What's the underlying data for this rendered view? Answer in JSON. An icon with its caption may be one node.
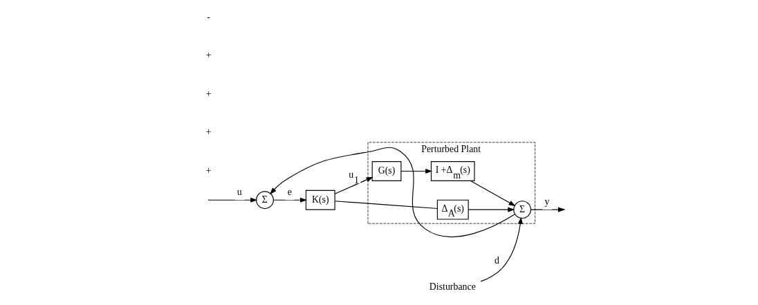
{
  "diagram": {
    "nodes": [
      {
        "text": [
          "Perturbed Plant"
        ]
      },
      {
        "text": [
          "Σ"
        ]
      },
      {
        "text": [
          "K(s)"
        ]
      },
      {
        "text": [
          "Δ$_{A}$(s)"
        ],
        "in": 0
      },
      {
        "text": [
          "G(s)"
        ],
        "in": 0
      },
      {
        "text": [
          "I +Δ$_{m}$(s)"
        ],
        "in": 0
      },
      {
        "text": [
          "Σ"
        ],
        "in": 0
      },
      {
        "text": [
          "Disturbance"
        ]
      }
    ],
    "edges": [
      {
        "from": null,
        "to": 1,
        "arrow": "to",
        "label": "u"
      },
      {
        "from": 1,
        "to": 2,
        "arrow": "to",
        "label": "e"
      },
      {
        "from": 2,
        "to": 4,
        "arrow": "to",
        "label": "u$_{1}$"
      },
      {
        "from": 2,
        "to": 3,
        "arrow": "none"
      },
      {
        "from": 4,
        "to": 5,
        "arrow": "to"
      },
      {
        "from": 3,
        "to": 6,
        "arrow": "to"
      },
      {
        "from": 5,
        "to": 6,
        "arrow": "to"
      },
      {
        "from": 7,
        "to": 6,
        "arrow": "to",
        "label": "d"
      },
      {
        "from": 6,
        "to": null,
        "arrow": "to",
        "label": "y"
      },
      {
        "from": 6,
        "to": 1,
        "arrow": "to"
      }
    ],
    "labels": [
      "+",
      "+",
      "+",
      "+",
      "-"
    ]
  }
}
